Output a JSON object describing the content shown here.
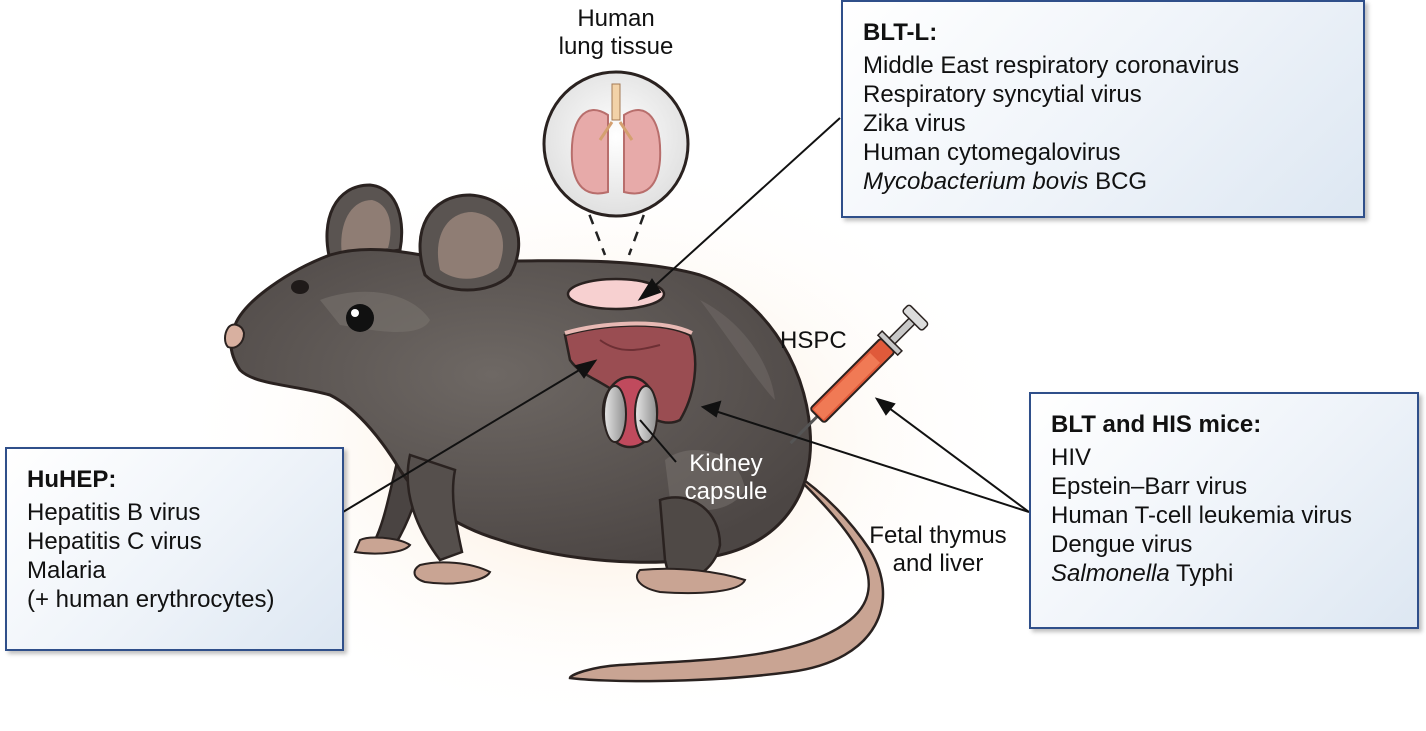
{
  "labels": {
    "lung_tissue": [
      "Human",
      "lung tissue"
    ],
    "hspc": "HSPC",
    "kidney_capsule": [
      "Kidney",
      "capsule"
    ],
    "fetal_thymus": [
      "Fetal thymus",
      "and liver"
    ]
  },
  "boxes": {
    "blt_l": {
      "title": "BLT-L:",
      "items": [
        {
          "text": "Middle East respiratory coronavirus"
        },
        {
          "text": "Respiratory syncytial virus"
        },
        {
          "text": "Zika virus"
        },
        {
          "text": "Human cytomegalovirus"
        },
        {
          "italic": "Mycobacterium bovis",
          "text": " BCG"
        }
      ]
    },
    "huhep": {
      "title": "HuHEP:",
      "items": [
        {
          "text": "Hepatitis B virus"
        },
        {
          "text": "Hepatitis C virus"
        },
        {
          "text": "Malaria"
        },
        {
          "text": "(+ human erythrocytes)"
        }
      ]
    },
    "blt_his": {
      "title": "BLT and HIS mice:",
      "items": [
        {
          "text": "HIV"
        },
        {
          "text": "Epstein–Barr virus"
        },
        {
          "text": "Human T-cell leukemia virus"
        },
        {
          "text": "Dengue virus"
        },
        {
          "italic": "Salmonella",
          "text": " Typhi"
        }
      ]
    }
  },
  "colors": {
    "mouse_body": "#5e5855",
    "mouse_skin": "#c9a493",
    "box_border": "#2f4f8a",
    "liver": "#9a4d52",
    "lung": "#e7aaa9"
  },
  "icons": [
    "mouse-illustration",
    "lungs-icon",
    "liver-icon",
    "kidney-icon",
    "syringe-icon"
  ]
}
